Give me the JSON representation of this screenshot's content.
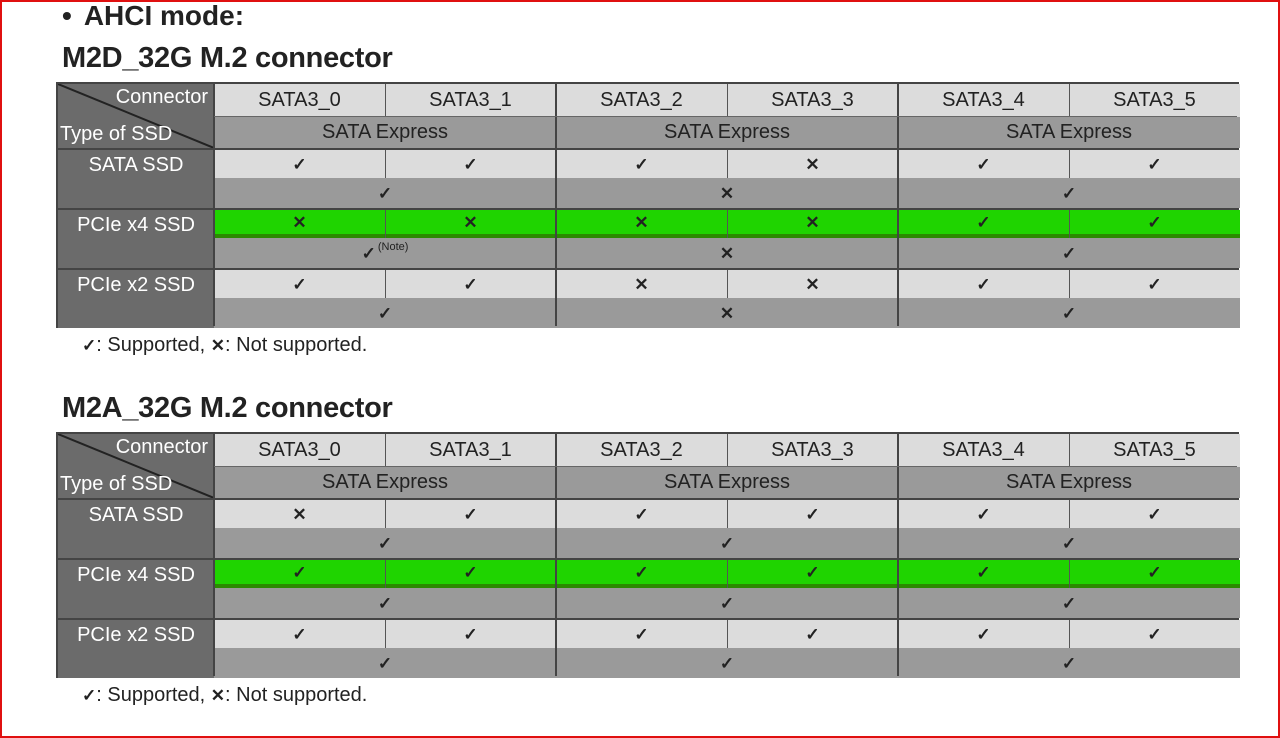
{
  "bullet_title": "AHCI mode:",
  "tables": [
    {
      "title": "M2D_32G M.2 connector",
      "corner_top": "Connector",
      "corner_bottom": "Type of SSD",
      "ports": [
        "SATA3_0",
        "SATA3_1",
        "SATA3_2",
        "SATA3_3",
        "SATA3_4",
        "SATA3_5"
      ],
      "groups": [
        "SATA Express",
        "SATA Express",
        "SATA Express"
      ],
      "rows": [
        {
          "label": "SATA SSD",
          "highlight": false,
          "ports": [
            "✓",
            "✓",
            "✓",
            "✕",
            "✓",
            "✓"
          ],
          "groups": [
            "✓",
            "✕",
            "✓"
          ],
          "group_notes": [
            "",
            "",
            ""
          ]
        },
        {
          "label": "PCIe x4 SSD",
          "highlight": true,
          "ports": [
            "✕",
            "✕",
            "✕",
            "✕",
            "✓",
            "✓"
          ],
          "groups": [
            "✓",
            "✕",
            "✓"
          ],
          "group_notes": [
            "(Note)",
            "",
            ""
          ]
        },
        {
          "label": "PCIe x2 SSD",
          "highlight": false,
          "ports": [
            "✓",
            "✓",
            "✕",
            "✕",
            "✓",
            "✓"
          ],
          "groups": [
            "✓",
            "✕",
            "✓"
          ],
          "group_notes": [
            "",
            "",
            ""
          ]
        }
      ],
      "legend": {
        "supported_mark": "✓",
        "supported": ": Supported,",
        "not_supported_mark": "✕",
        "not_supported": ": Not supported."
      }
    },
    {
      "title": "M2A_32G M.2 connector",
      "corner_top": "Connector",
      "corner_bottom": "Type of SSD",
      "ports": [
        "SATA3_0",
        "SATA3_1",
        "SATA3_2",
        "SATA3_3",
        "SATA3_4",
        "SATA3_5"
      ],
      "groups": [
        "SATA Express",
        "SATA Express",
        "SATA Express"
      ],
      "rows": [
        {
          "label": "SATA SSD",
          "highlight": false,
          "ports": [
            "✕",
            "✓",
            "✓",
            "✓",
            "✓",
            "✓"
          ],
          "groups": [
            "✓",
            "✓",
            "✓"
          ],
          "group_notes": [
            "",
            "",
            ""
          ]
        },
        {
          "label": "PCIe x4 SSD",
          "highlight": true,
          "ports": [
            "✓",
            "✓",
            "✓",
            "✓",
            "✓",
            "✓"
          ],
          "groups": [
            "✓",
            "✓",
            "✓"
          ],
          "group_notes": [
            "",
            "",
            ""
          ]
        },
        {
          "label": "PCIe x2 SSD",
          "highlight": false,
          "ports": [
            "✓",
            "✓",
            "✓",
            "✓",
            "✓",
            "✓"
          ],
          "groups": [
            "✓",
            "✓",
            "✓"
          ],
          "group_notes": [
            "",
            "",
            ""
          ]
        }
      ],
      "legend": {
        "supported_mark": "✓",
        "supported": ": Supported,",
        "not_supported_mark": "✕",
        "not_supported": ": Not supported."
      }
    }
  ],
  "colors": {
    "frame": "#e01010",
    "highlight": "#1fd400",
    "header_light": "#dcdcdc",
    "header_dark": "#9a9a9a",
    "label_bg": "#6b6b6b"
  }
}
